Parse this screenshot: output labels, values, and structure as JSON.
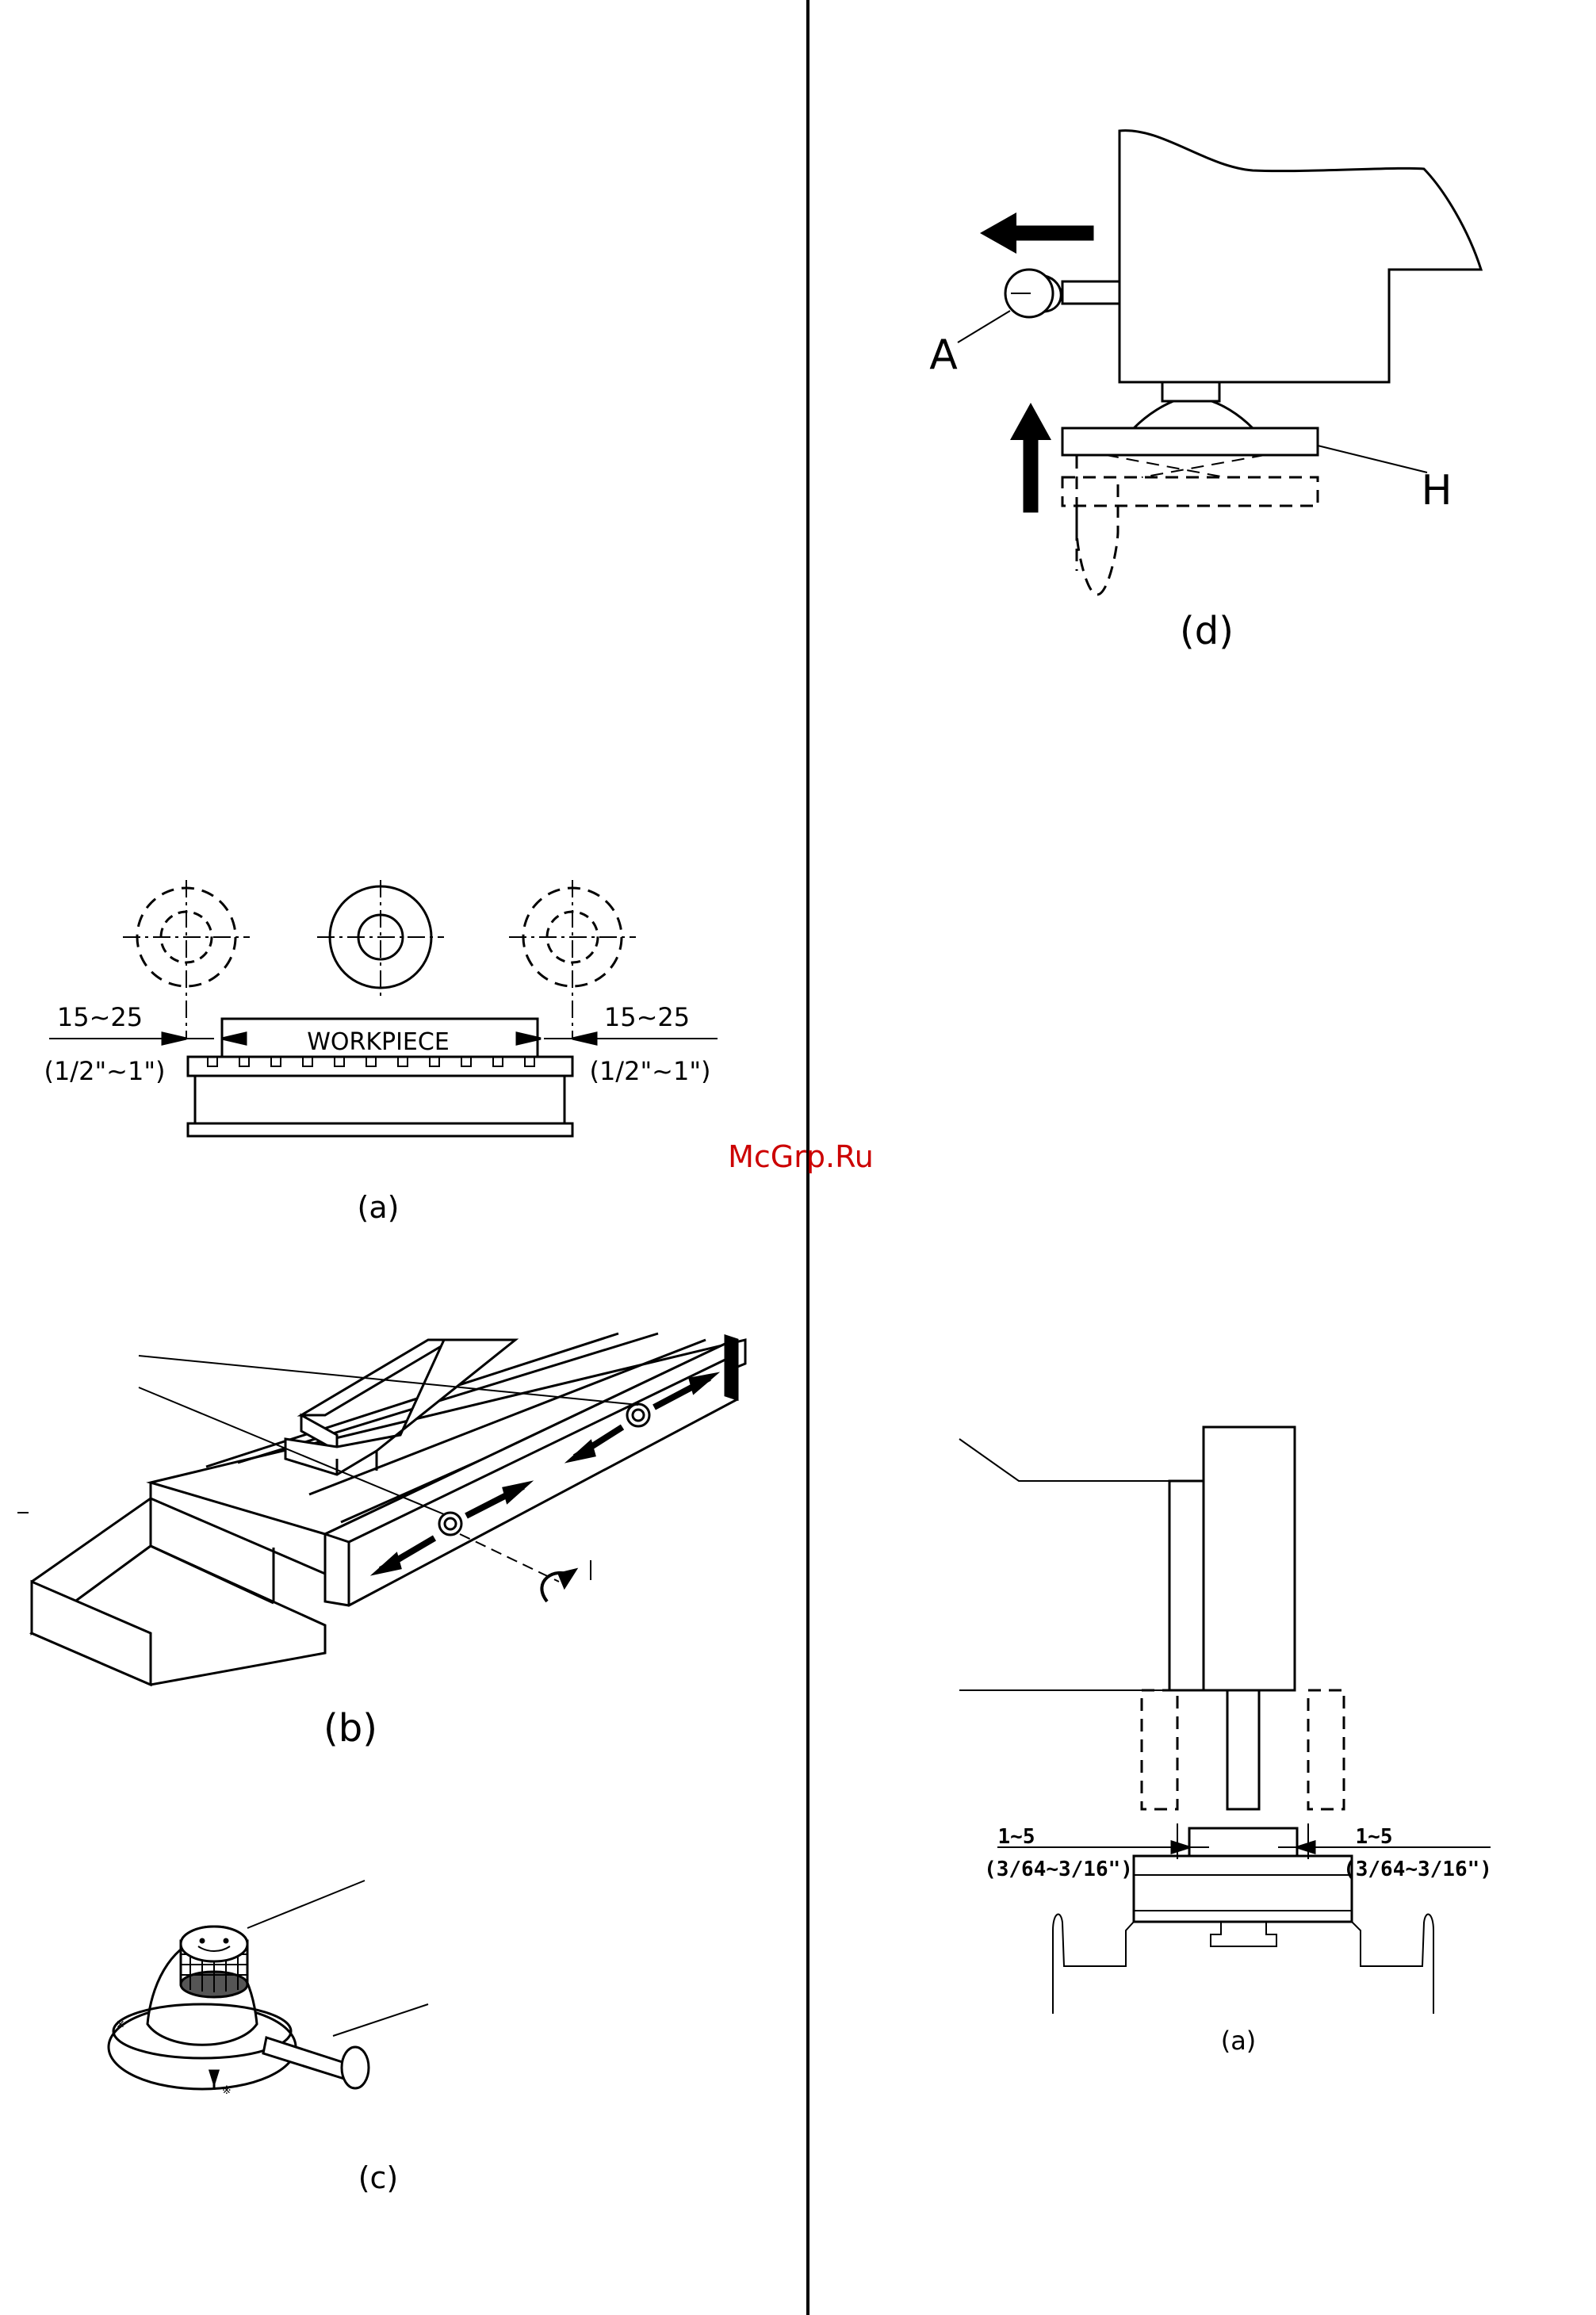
{
  "watermark": "McGrp.Ru",
  "figures": {
    "left_a": {
      "caption": "(a)",
      "workpiece": "WORKPIECE",
      "dim_left_mm": "15~25",
      "dim_left_in": "(1/2\"~1\")",
      "dim_right_mm": "15~25",
      "dim_right_in": "(1/2\"~1\")"
    },
    "left_b": {
      "caption": "(b)"
    },
    "left_c": {
      "caption": "(c)"
    },
    "right_d": {
      "caption": "(d)",
      "label_a": "A",
      "label_h": "H"
    },
    "right_a": {
      "caption": "(a)",
      "dim_left_mm": "1~5",
      "dim_left_in": "(3/64~3/16\")",
      "dim_right_mm": "1~5",
      "dim_right_in": "(3/64~3/16\")"
    }
  },
  "colors": {
    "line": "#000000",
    "watermark": "#cc0000",
    "background": "#ffffff"
  }
}
